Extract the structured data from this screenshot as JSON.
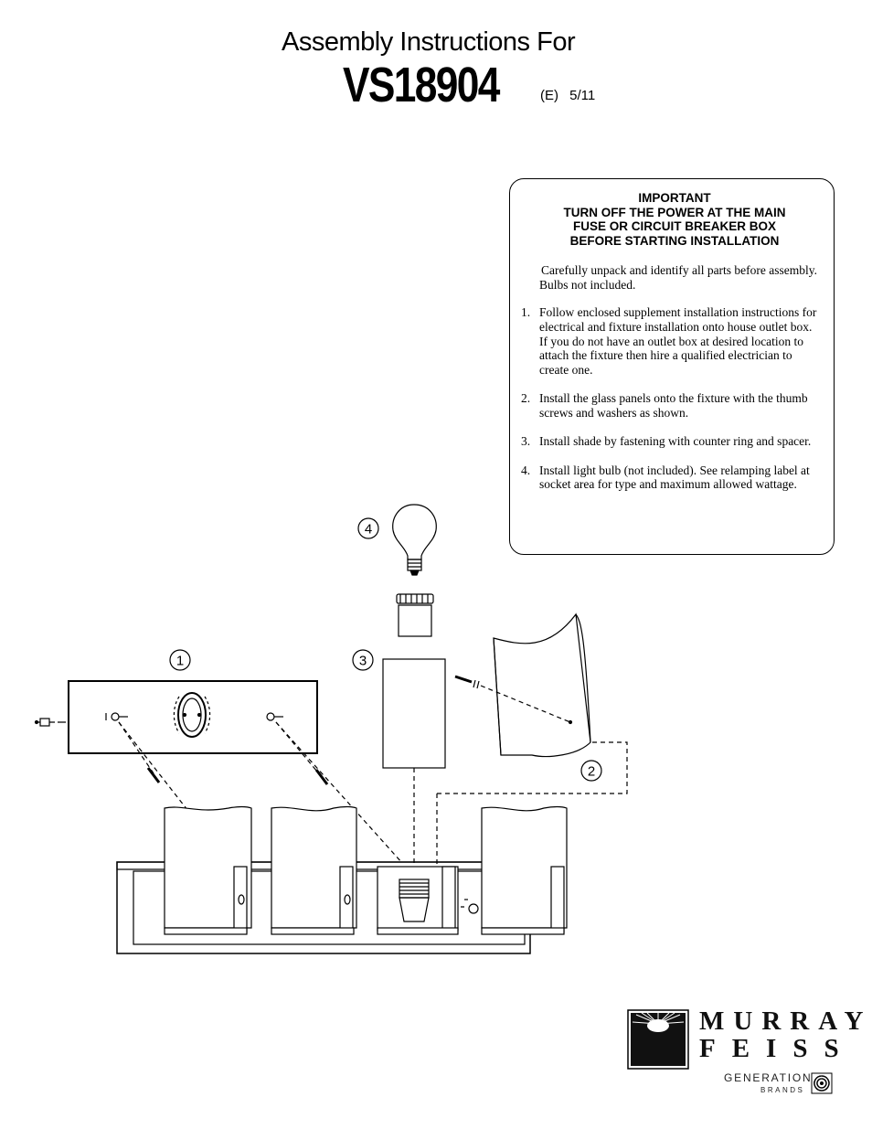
{
  "header": {
    "title": "Assembly Instructions For",
    "model": "VS18904",
    "revision": "(E) 5/11"
  },
  "notice": {
    "heading": [
      "IMPORTANT",
      "TURN OFF THE POWER AT THE MAIN",
      "FUSE OR CIRCUIT BREAKER BOX",
      "BEFORE STARTING INSTALLATION"
    ],
    "intro": "Carefully unpack and identify all parts before assembly.  Bulbs not included.",
    "steps": [
      {
        "num": "1.",
        "text": "Follow enclosed supplement installation instructions for electrical and fixture installation onto house outlet box. If you do not have an outlet box at desired location to attach the fixture then hire a qualified electrician to create one."
      },
      {
        "num": "2.",
        "text": "Install the glass panels onto the fixture with the thumb screws and washers as shown."
      },
      {
        "num": "3.",
        "text": "Install shade by fastening with counter ring and spacer."
      },
      {
        "num": "4.",
        "text": "Install light bulb (not included).  See relamping label at socket area for type and maximum allowed wattage."
      }
    ]
  },
  "callouts": [
    "1",
    "2",
    "3",
    "4"
  ],
  "logo": {
    "line1": "MURRAY",
    "line2": "FEISS",
    "tagline": "GENERATION",
    "sub": "BRANDS",
    "icon": "sunburst-icon"
  }
}
